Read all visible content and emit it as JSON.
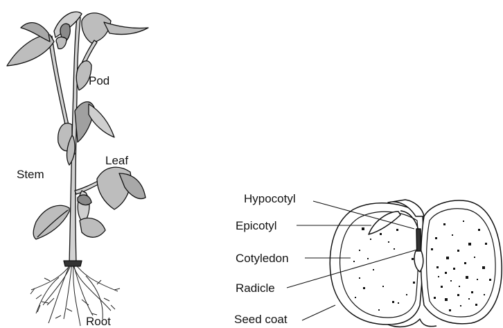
{
  "plant": {
    "labels": {
      "pod": "Pod",
      "leaf": "Leaf",
      "stem": "Stem",
      "root": "Root"
    }
  },
  "seed": {
    "labels": {
      "hypocotyl": "Hypocotyl",
      "epicotyl": "Epicotyl",
      "cotyledon": "Cotyledon",
      "radicle": "Radicle",
      "seed_coat": "Seed coat"
    }
  },
  "colors": {
    "line": "#111111",
    "leaf_fill": "#bdbdbd",
    "leaf_dark": "#8a8a8a",
    "stem_fill": "#d2d2d2",
    "seed_fill": "#ffffff"
  }
}
